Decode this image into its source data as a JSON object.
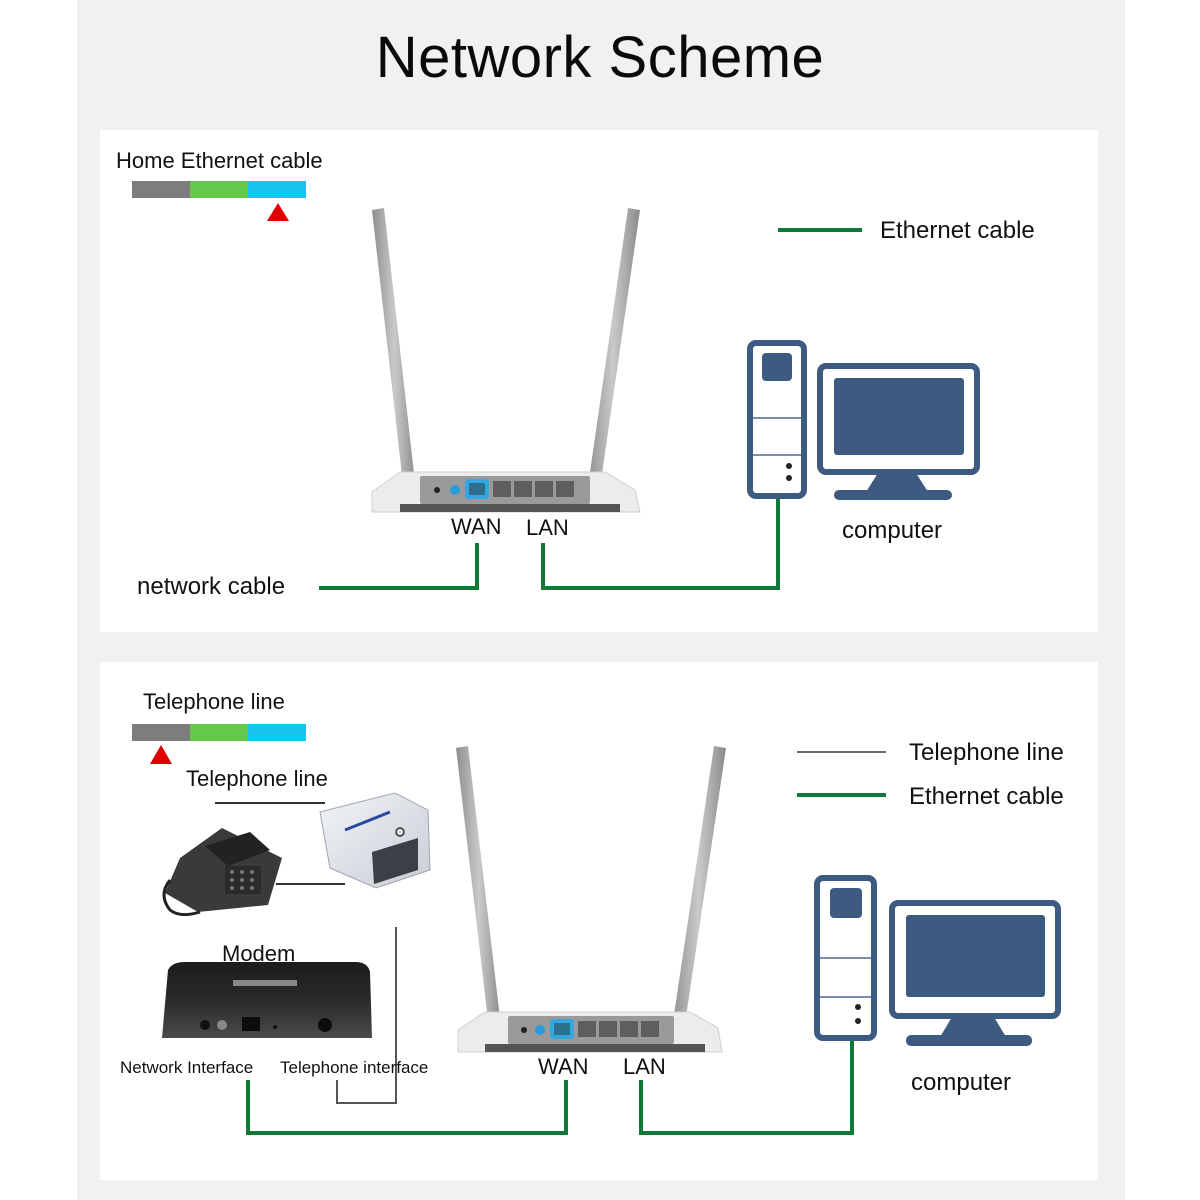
{
  "title": "Network Scheme",
  "colors": {
    "ethernet": "#0e7a35",
    "telephone": "#555555",
    "computer": "#3d5a80",
    "marker": "#e00000",
    "strip": [
      "#7d7d7d",
      "#63c94a",
      "#16c4ef"
    ]
  },
  "top_scheme": {
    "cable_label": "Home Ethernet cable",
    "cable_strip_selected": "blue",
    "legend": [
      {
        "type": "ethernet",
        "label": "Ethernet cable"
      }
    ],
    "router_ports": {
      "wan": "WAN",
      "lan": "LAN"
    },
    "network_cable_label": "network cable",
    "computer_label": "computer"
  },
  "bottom_scheme": {
    "cable_label": "Telephone line",
    "cable_strip_selected": "gray",
    "legend": [
      {
        "type": "telephone",
        "label": "Telephone line"
      },
      {
        "type": "ethernet",
        "label": "Ethernet cable"
      }
    ],
    "splitter_label": "Telephone line",
    "modem_label": "Modem",
    "modem_ports": {
      "network": "Network Interface",
      "telephone": "Telephone interface"
    },
    "router_ports": {
      "wan": "WAN",
      "lan": "LAN"
    },
    "computer_label": "computer"
  }
}
